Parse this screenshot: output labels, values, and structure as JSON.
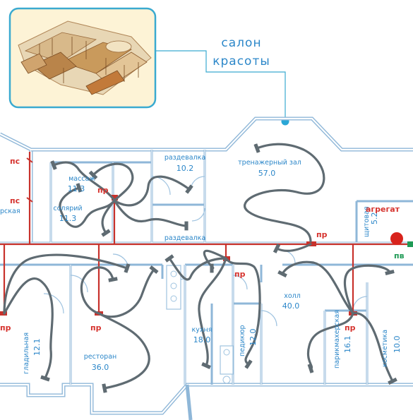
{
  "callout": {
    "line1": "салон",
    "line2": "красоты"
  },
  "rooms": {
    "massage": {
      "name": "массаж",
      "area": "11.3"
    },
    "solarium": {
      "name": "солярий",
      "area": "11.3"
    },
    "changing_top": {
      "name": "раздевалка",
      "area": "10.2"
    },
    "changing_bottom": {
      "name": "раздевалка"
    },
    "gym": {
      "name": "тренажерный зал",
      "area": "57.0"
    },
    "shield": {
      "name": "щитовая",
      "area": "5.2"
    },
    "partial_left": {
      "name": "рская"
    },
    "hall": {
      "name": "холл",
      "area": "40.0"
    },
    "restaurant": {
      "name": "ресторан",
      "area": "36.0"
    },
    "kitchen": {
      "name": "кухня",
      "area": "18.0"
    },
    "hairdresser": {
      "name": "парикмахерская",
      "area": "16.1"
    },
    "cosmetic": {
      "name": "косметика",
      "area": "10.0"
    },
    "pedicure": {
      "name": "педикюр",
      "area": "12.0"
    },
    "laundry": {
      "name": "гладильная",
      "area": "12.1"
    }
  },
  "tags": {
    "ps": "пс",
    "pr": "пр",
    "pv": "пв",
    "aggregate": "агрегат"
  },
  "colors": {
    "wall": "#8fb7d8",
    "label": "#2c87c9",
    "pipe": "#c8322c",
    "flow": "#5f6b72",
    "thumb_frame": "#3aaad0",
    "thumb_bg": "#fdf3d6"
  },
  "icons": [
    "building-3d-thumbnail",
    "aggregate-red-dot",
    "callout-blue-dot",
    "outlet-green-square"
  ]
}
